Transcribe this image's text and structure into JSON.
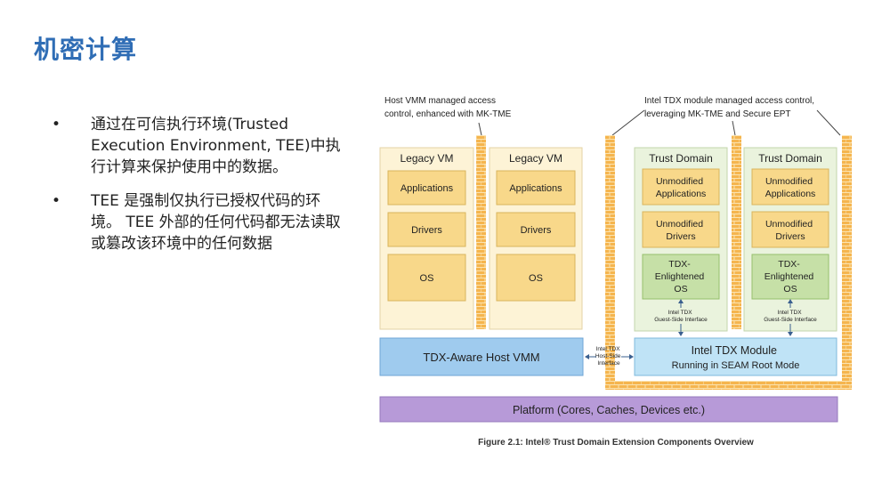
{
  "slide": {
    "title": "机密计算",
    "bullets": [
      "通过在可信执行环境(Trusted Execution Environment, TEE)中执行计算来保护使用中的数据。",
      "TEE 是强制仅执行已授权代码的环境。 TEE 外部的任何代码都无法读取或篡改该环境中的任何数据"
    ],
    "bullet_marker": "•"
  },
  "diagram": {
    "note_left": [
      "Host VMM managed access",
      "control, enhanced with MK-TME"
    ],
    "note_right": [
      "Intel TDX module managed access control,",
      "leveraging MK-TME and Secure EPT"
    ],
    "legacy_vms": [
      {
        "title": "Legacy VM",
        "applications": "Applications",
        "drivers": "Drivers",
        "os": "OS"
      },
      {
        "title": "Legacy VM",
        "applications": "Applications",
        "drivers": "Drivers",
        "os": "OS"
      }
    ],
    "trust_domains": [
      {
        "title": "Trust Domain",
        "applications": [
          "Unmodified",
          "Applications"
        ],
        "drivers": [
          "Unmodified",
          "Drivers"
        ],
        "os": [
          "TDX-",
          "Enlightened",
          "OS"
        ],
        "interface": [
          "Intel TDX",
          "Guest-Side Interface"
        ]
      },
      {
        "title": "Trust Domain",
        "applications": [
          "Unmodified",
          "Applications"
        ],
        "drivers": [
          "Unmodified",
          "Drivers"
        ],
        "os": [
          "TDX-",
          "Enlightened",
          "OS"
        ],
        "interface": [
          "Intel TDX",
          "Guest-Side Interface"
        ]
      }
    ],
    "host_vmm": "TDX-Aware Host VMM",
    "host_interface": [
      "Intel TDX",
      "Host-Side",
      "Interface"
    ],
    "tdx_module": [
      "Intel TDX Module",
      "Running in SEAM Root Mode"
    ],
    "platform": "Platform (Cores, Caches, Devices etc.)",
    "caption": "Figure 2.1:  Intel® Trust Domain Extension Components Overview",
    "colors": {
      "vm_panel": "#fdf3d6",
      "vm_block": "#f8d88a",
      "td_panel": "#eaf3dd",
      "td_os": "#c6e0a7",
      "host_vmm": "#9fcbee",
      "tdx_module": "#bfe3f6",
      "platform": "#b79ad8",
      "wall": "#f5b54e"
    }
  }
}
